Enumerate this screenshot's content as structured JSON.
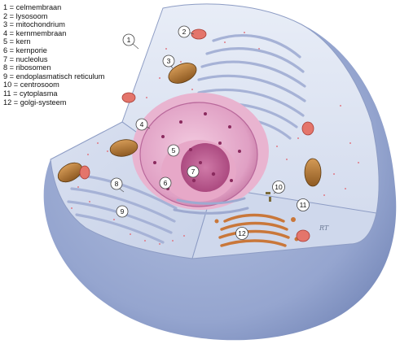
{
  "legend": [
    {
      "num": "1",
      "sep": " = ",
      "label": "celmembraan"
    },
    {
      "num": "2",
      "sep": " = ",
      "label": "lysosoom"
    },
    {
      "num": "3",
      "sep": " = ",
      "label": "mitochondrium"
    },
    {
      "num": "4",
      "sep": " = ",
      "label": "kernmembraan"
    },
    {
      "num": "5",
      "sep": " = ",
      "label": "kern"
    },
    {
      "num": "6",
      "sep": " = ",
      "label": "kernporie"
    },
    {
      "num": "7",
      "sep": " = ",
      "label": "nucleolus"
    },
    {
      "num": "8",
      "sep": " = ",
      "label": "ribosomen"
    },
    {
      "num": "9",
      "sep": " = ",
      "label": "endoplasmatisch reticulum"
    },
    {
      "num": "10",
      "sep": " = ",
      "label": "centrosoom"
    },
    {
      "num": "11",
      "sep": " = ",
      "label": "cytoplasma"
    },
    {
      "num": "12",
      "sep": " = ",
      "label": "golgi-systeem"
    }
  ],
  "callouts": [
    "1",
    "2",
    "3",
    "4",
    "5",
    "6",
    "7",
    "8",
    "9",
    "10",
    "11",
    "12"
  ],
  "signature": "RT",
  "colors": {
    "membrane": "#8f9fc8",
    "cytoplasm": "#dde4f2",
    "nucleus": "#d990b8",
    "nucleolus": "#c0508a",
    "mitochondrion": "#b8803e",
    "lysosome": "#e4756b",
    "golgi": "#cc7a3a"
  }
}
